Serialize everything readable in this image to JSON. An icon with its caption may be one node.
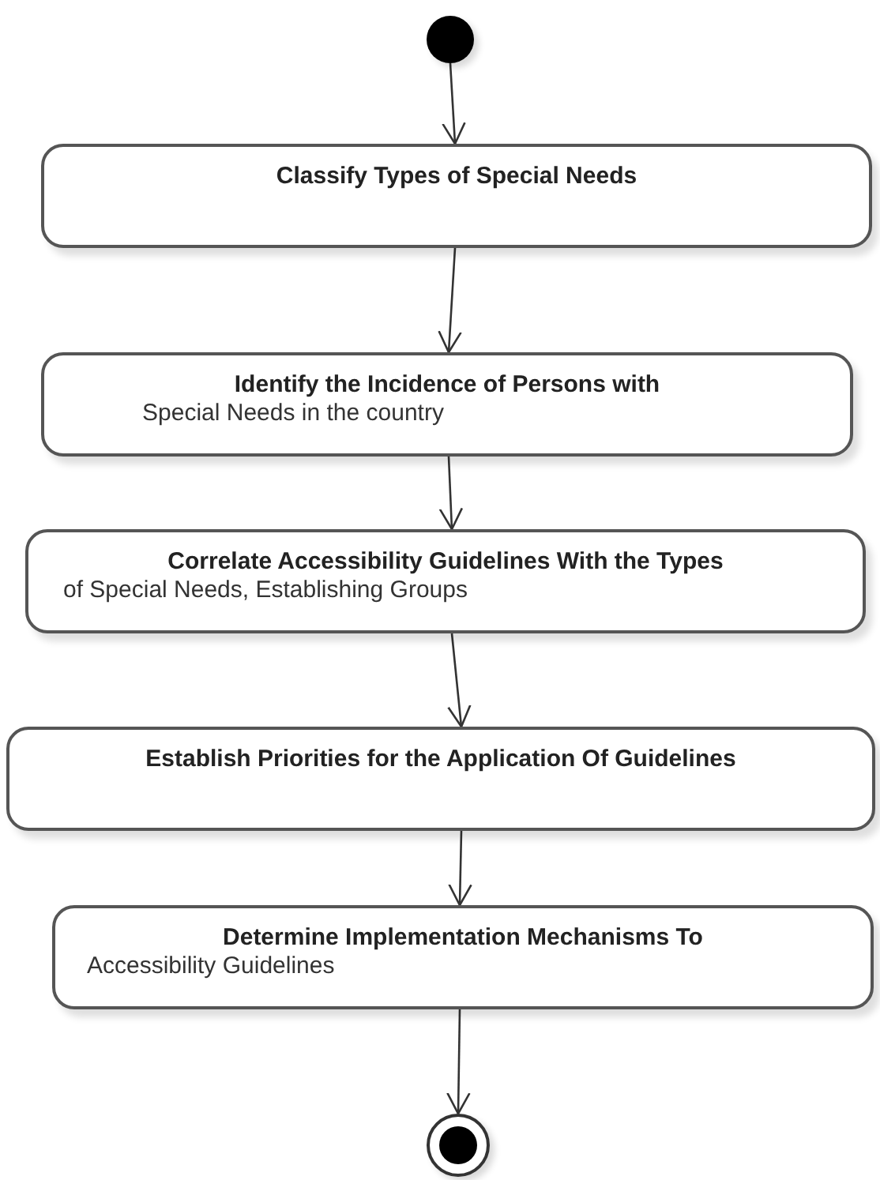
{
  "diagram": {
    "nodes": [
      {
        "text": [],
        "shape": "circle"
      },
      {
        "text": [
          "Classify Types of Special Needs"
        ]
      },
      {
        "text": [
          "Identify the Incidence of Persons with",
          "Special Needs in the country"
        ]
      },
      {
        "text": [
          "Correlate Accessibility Guidelines With the Types",
          "of Special Needs, Establishing Groups"
        ]
      },
      {
        "text": [
          "Establish Priorities for the Application Of Guidelines"
        ]
      },
      {
        "text": [
          "Determine Implementation Mechanisms To",
          "Accessibility Guidelines"
        ]
      },
      {
        "text": [],
        "shape": "bullseye"
      }
    ],
    "edges": [
      {
        "from": 0,
        "to": 1,
        "arrow": "to"
      },
      {
        "from": 1,
        "to": 2,
        "arrow": "to"
      },
      {
        "from": 2,
        "to": 3,
        "arrow": "to"
      },
      {
        "from": 3,
        "to": 4,
        "arrow": "to"
      },
      {
        "from": 4,
        "to": 5,
        "arrow": "to"
      },
      {
        "from": 5,
        "to": 6,
        "arrow": "to"
      }
    ]
  }
}
